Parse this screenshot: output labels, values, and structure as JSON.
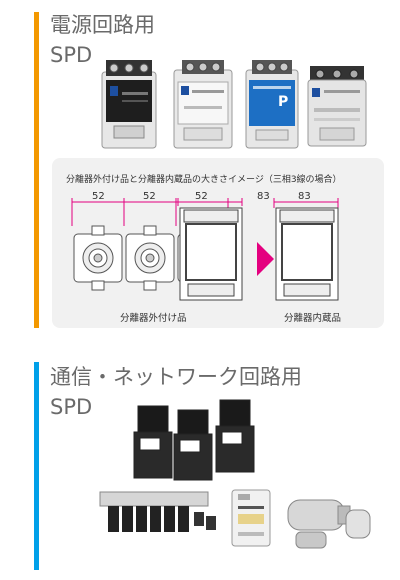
{
  "power_section": {
    "title_line1": "電源回路用",
    "title_line2": "SPD",
    "accent_color": "#f39800"
  },
  "comparison": {
    "heading": "分離器外付け品と分離器内蔵品の大きさイメージ（三相3線の場合）",
    "external_label": "分離器外付け品",
    "internal_label": "分離器内蔵品",
    "dim_separator": "52",
    "dim_spd": "83",
    "arrow_color": "#e4007f"
  },
  "comm_section": {
    "title_line1": "通信・ネットワーク回路用",
    "title_line2": "SPD",
    "accent_color": "#00a0e9"
  },
  "product_labels": {
    "panel_letter": "P"
  }
}
